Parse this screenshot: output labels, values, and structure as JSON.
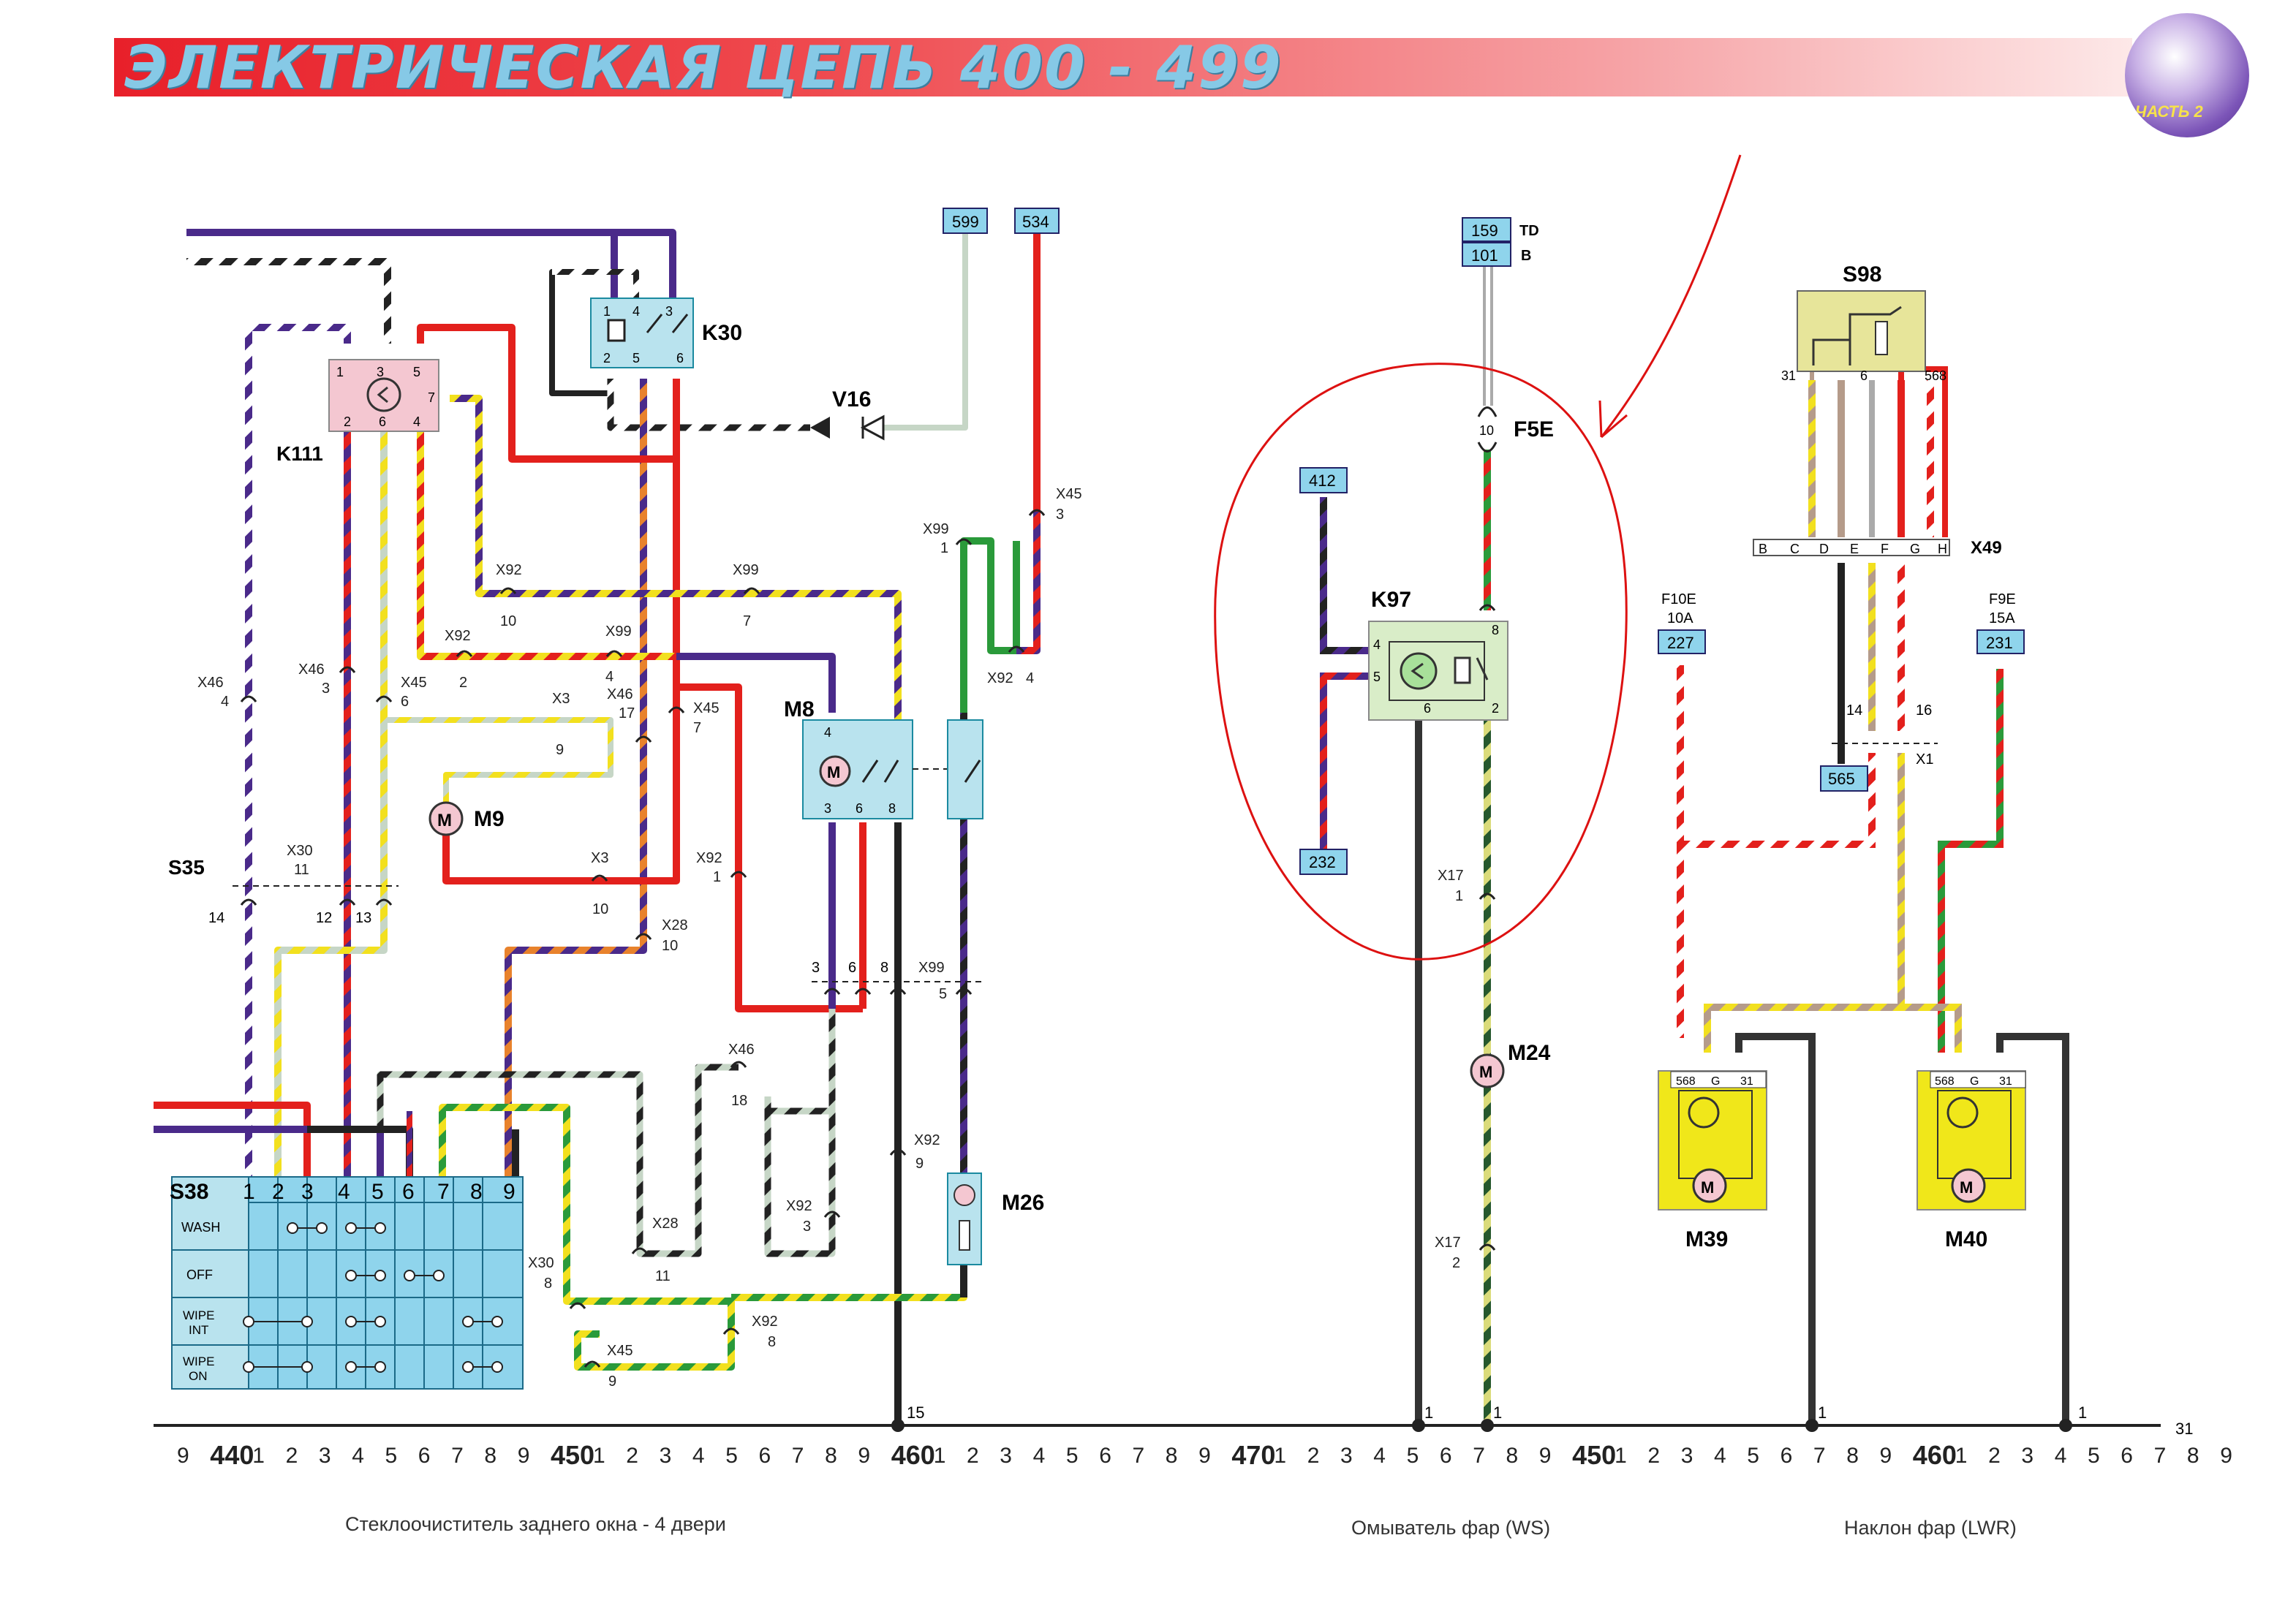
{
  "header": {
    "title": "ЭЛЕКТРИЧЕСКАЯ ЦЕПЬ 400 - 499",
    "part_badge": "ЧАСТЬ 2"
  },
  "captions": {
    "left": "Стеклоочиститель заднего окна - 4 двери",
    "middle": "Омыватель фар (WS)",
    "right": "Наклон фар (LWR)"
  },
  "components": {
    "k30": "K30",
    "k111": "K111",
    "v16": "V16",
    "m8": "M8",
    "m9": "M9",
    "m26": "M26",
    "s35": "S35",
    "s38": "S38",
    "k97": "K97",
    "f5e": "F5E",
    "m24": "M24",
    "s98": "S98",
    "m39": "M39",
    "m40": "M40",
    "x49": "X49",
    "x1": "X1",
    "f10e": "F10E",
    "f10e_rating": "10A",
    "f9e": "F9E",
    "f9e_rating": "15A",
    "td": "TD",
    "b": "B"
  },
  "refs": {
    "r599": "599",
    "r534": "534",
    "r159": "159",
    "r101": "101",
    "r412": "412",
    "r232": "232",
    "r227": "227",
    "r231": "231",
    "r565": "565"
  },
  "s38_switch": {
    "pins": [
      "1",
      "2",
      "3",
      "4",
      "5",
      "6",
      "7",
      "8",
      "9"
    ],
    "rows": [
      "WASH",
      "OFF",
      "WIPE INT",
      "WIPE ON"
    ]
  },
  "connectors": {
    "x46_4": [
      "X46",
      "4"
    ],
    "x46_3": [
      "X46",
      "3"
    ],
    "x45_6": [
      "X45",
      "6"
    ],
    "x92_10": [
      "X92",
      "10"
    ],
    "x92_2": [
      "X92",
      "2"
    ],
    "x99_7": [
      "X99",
      "7"
    ],
    "x99_4": [
      "X99",
      "4"
    ],
    "x46_17": [
      "X46",
      "17"
    ],
    "x45_7": [
      "X45",
      "7"
    ],
    "x3_9": [
      "X3",
      "9"
    ],
    "x3_10": [
      "X3",
      "10"
    ],
    "x30_11": [
      "X30",
      "11"
    ],
    "x92_1": [
      "X92",
      "1"
    ],
    "x28_10": [
      "X28",
      "10"
    ],
    "x99_1": [
      "X99",
      "1"
    ],
    "x45_3": [
      "X45",
      "3"
    ],
    "x92_4": [
      "X92",
      "4"
    ],
    "x99_5": [
      "X99",
      "5"
    ],
    "x46_18": [
      "X46",
      "18"
    ],
    "x92_9": [
      "X92",
      "9"
    ],
    "x92_3": [
      "X92",
      "3"
    ],
    "x28_11": [
      "X28",
      "11"
    ],
    "x30_8": [
      "X30",
      "8"
    ],
    "x45_9": [
      "X45",
      "9"
    ],
    "x92_8": [
      "X92",
      "8"
    ],
    "x17_1": [
      "X17",
      "1"
    ],
    "x17_2": [
      "X17",
      "2"
    ]
  },
  "pin_labels": {
    "s35_14": "14",
    "s35_12": "12",
    "s35_13": "13",
    "m8_3": "3",
    "m8_6": "6",
    "m8_8": "8",
    "m8_4": "4",
    "bus_3": "3",
    "bus_6": "6",
    "bus_8": "8",
    "ground_15": "15",
    "ground_1": "1",
    "ground_31": "31",
    "f5e_10": "10",
    "k97_4": "4",
    "k97_5": "5",
    "k97_6": "6",
    "k97_2": "2",
    "k97_8": "8",
    "s98_31": "31",
    "s98_6": "6",
    "s98_568": "568",
    "x1_14": "14",
    "x1_16": "16",
    "m_568": "568",
    "m_g": "G",
    "m_31": "31",
    "k111_1": "1",
    "k111_3": "3",
    "k111_5": "5",
    "k111_7": "7",
    "k111_2": "2",
    "k111_6": "6",
    "k111_4": "4",
    "k30_1": "1",
    "k30_4": "4",
    "k30_3": "3",
    "k30_2": "2",
    "k30_5": "5",
    "k30_6": "6"
  },
  "x49_pins": [
    "B",
    "C",
    "D",
    "E",
    "F",
    "G",
    "H"
  ],
  "scale": {
    "items": [
      "9",
      "440",
      "1",
      "2",
      "3",
      "4",
      "5",
      "6",
      "7",
      "8",
      "9",
      "450",
      "1",
      "2",
      "3",
      "4",
      "5",
      "6",
      "7",
      "8",
      "9",
      "460",
      "1",
      "2",
      "3",
      "4",
      "5",
      "6",
      "7",
      "8",
      "9",
      "470",
      "1",
      "2",
      "3",
      "4",
      "5",
      "6",
      "7",
      "8",
      "9",
      "450",
      "1",
      "2",
      "3",
      "4",
      "5",
      "6",
      "7",
      "8",
      "9",
      "460",
      "1",
      "2",
      "3",
      "4",
      "5",
      "6",
      "7",
      "8",
      "9"
    ]
  },
  "colors": {
    "red": "#e3201c",
    "purple": "#4a2a8a",
    "yellow": "#f2e01e",
    "green": "#2a9a3a",
    "black": "#222222",
    "gray_green": "#c6d6c6",
    "orange": "#e8822c",
    "tan": "#b59b8a",
    "relay_blue": "#b9e3ee",
    "relay_pink": "#f4c7d1",
    "motor_yellow": "#f0e71a",
    "annotation_red": "#d11"
  }
}
